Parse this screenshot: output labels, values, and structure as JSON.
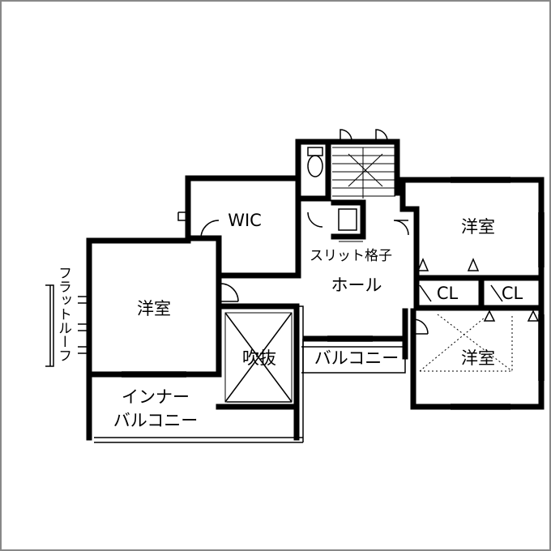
{
  "labels": {
    "wic": "WIC",
    "youshitsu_left": "洋室",
    "youshitsu_right_top": "洋室",
    "youshitsu_right_bottom": "洋室",
    "slit": "スリット格子",
    "hall": "ホール",
    "fukinuke": "吹抜",
    "balcony": "バルコニー",
    "cl_1": "CL",
    "cl_2": "CL",
    "inner_balcony_1": "インナー",
    "inner_balcony_2": "バルコニー",
    "flat_roof": "フラットルーフ"
  },
  "colors": {
    "line": "#000000",
    "frame": "#888888",
    "background": "#ffffff"
  }
}
